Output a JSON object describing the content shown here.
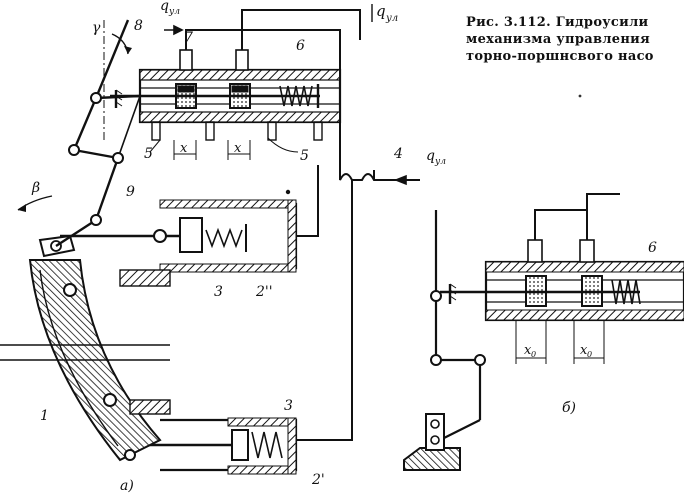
{
  "caption": {
    "line1": "Рис. 3.112. Гидроусили",
    "line2": "механизма управления",
    "line3": "торно-поршнсвого насо"
  },
  "labels": {
    "q_top_left": "q",
    "q_top_left_sub": "ул",
    "q_top_right": "q",
    "q_top_right_sub": "ул",
    "q_right": "q",
    "q_right_sub": "ул",
    "gamma": "γ",
    "beta": "β",
    "n1": "1",
    "n2p": "2'",
    "n2pp": "2''",
    "n3a": "3",
    "n3b": "3",
    "n4": "4",
    "n5a": "5",
    "n5b": "5",
    "n6a": "6",
    "n6b": "6",
    "n7": "7",
    "n8": "8",
    "n9": "9",
    "x1": "x",
    "x2": "x",
    "x0a": "x",
    "x0a_sub": "0",
    "x0b": "x",
    "x0b_sub": "0",
    "sub_b": "б)",
    "sub_a": "а)"
  }
}
